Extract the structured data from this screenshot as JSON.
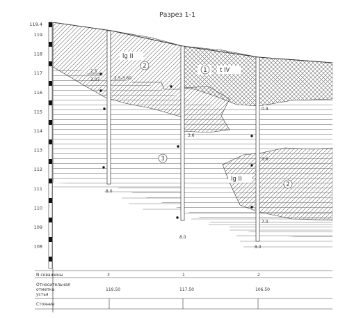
{
  "title": "Разрез 1-1",
  "elevation_ticks": [
    "119.4",
    "119",
    "118",
    "117",
    "116",
    "115",
    "114",
    "113",
    "112",
    "111",
    "110",
    "109",
    "108"
  ],
  "layers": [
    {
      "id": "1",
      "label": "1",
      "index": "t IV"
    },
    {
      "id": "2",
      "label": "2",
      "index": "lg II"
    },
    {
      "id": "3",
      "label": "3",
      "index": ""
    },
    {
      "id": "2b",
      "label": "2",
      "index": "lg II"
    }
  ],
  "boreholes": [
    {
      "number": "3",
      "collar": "119.50",
      "bottom": "8.0",
      "depths": [
        "2.5",
        "3.07",
        "2.5-3.60"
      ]
    },
    {
      "number": "1",
      "collar": "117.50",
      "bottom": "8.0",
      "depths": [
        "3.6"
      ]
    },
    {
      "number": "2",
      "collar": "106.50",
      "bottom": "8.0",
      "depths": [
        "0.9",
        "3.6",
        "7.0"
      ]
    }
  ],
  "table": {
    "row_labels": [
      "N скважины",
      "Относительная отметка устья",
      "Стояние"
    ],
    "row_label_lines": [
      [
        "N скважины"
      ],
      [
        "Относительная",
        "отметка",
        "устья"
      ],
      [
        "Стояние"
      ]
    ]
  },
  "colors": {
    "line": "#333333",
    "hatch": "#555555",
    "text": "#333333"
  }
}
